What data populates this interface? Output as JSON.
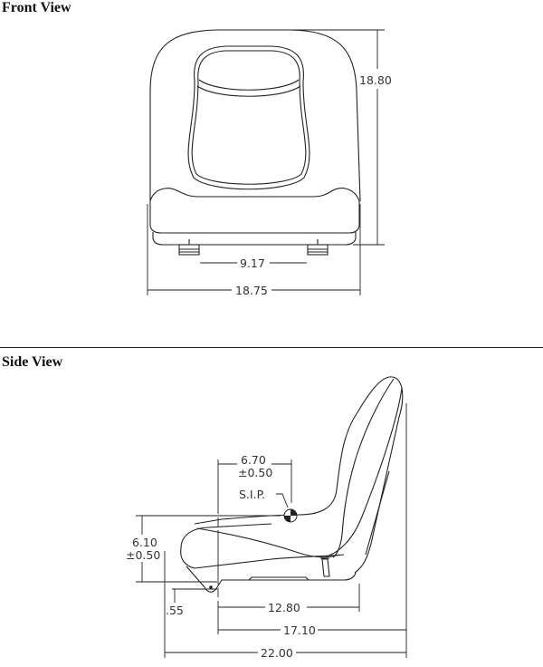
{
  "front_view": {
    "title": "Front View",
    "dimensions": {
      "height": "18.80",
      "mount_spacing": "9.17",
      "width": "18.75"
    }
  },
  "side_view": {
    "title": "Side View",
    "dimensions": {
      "sip_horizontal": "6.70",
      "sip_horizontal_tol": "±0.50",
      "sip_label": "S.I.P.",
      "sip_vertical": "6.10",
      "sip_vertical_tol": "±0.50",
      "mount_offset": ".55",
      "mount_length": "12.80",
      "rear_depth": "17.10",
      "overall_depth": "22.00"
    }
  }
}
